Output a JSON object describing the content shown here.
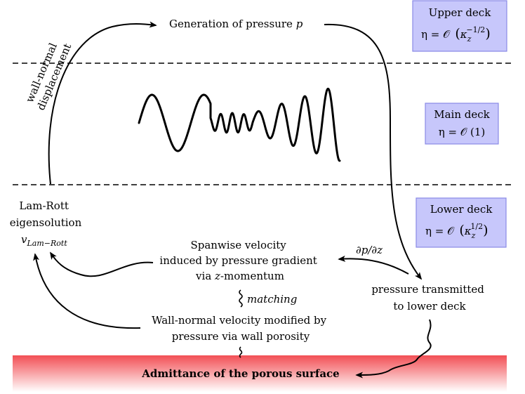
{
  "decks": {
    "upper": {
      "title": "Upper deck",
      "eq_lhs": "η = 𝒪",
      "eq_arg": "κ",
      "eq_sub": "z",
      "eq_sup": "−1/2"
    },
    "main": {
      "title": "Main deck",
      "eq": "η = 𝒪 (1)"
    },
    "lower": {
      "title": "Lower deck",
      "eq_lhs": "η = 𝒪",
      "eq_arg": "κ",
      "eq_sub": "z",
      "eq_sup": "1/2"
    }
  },
  "labels": {
    "generation": "Generation of pressure",
    "generation_var": "p",
    "wall_normal_line1": "wall-normal",
    "wall_normal_line2": "displacement",
    "lam_rott_line1": "Lam-Rott",
    "lam_rott_line2": "eigensolution",
    "lam_rott_var": "v",
    "lam_rott_sub": "Lam−Rott",
    "spanwise_line1": "Spanwise velocity",
    "spanwise_line2": "induced by pressure gradient",
    "spanwise_line3_pre": "via ",
    "spanwise_line3_var": "z",
    "spanwise_line3_post": "-momentum",
    "dpdz": "∂p/∂z",
    "matching": "matching",
    "pressure_tx_line1": "pressure transmitted",
    "pressure_tx_line2": "to lower deck",
    "wall_normal_mod_line1": "Wall-normal velocity modified by",
    "wall_normal_mod_line2": "pressure via wall porosity",
    "admittance": "Admittance of the porous surface"
  },
  "colors": {
    "deck_box_fill": "#c7c7fb",
    "deck_box_stroke": "#8a8ae6",
    "surface_red": "#f24f55"
  }
}
